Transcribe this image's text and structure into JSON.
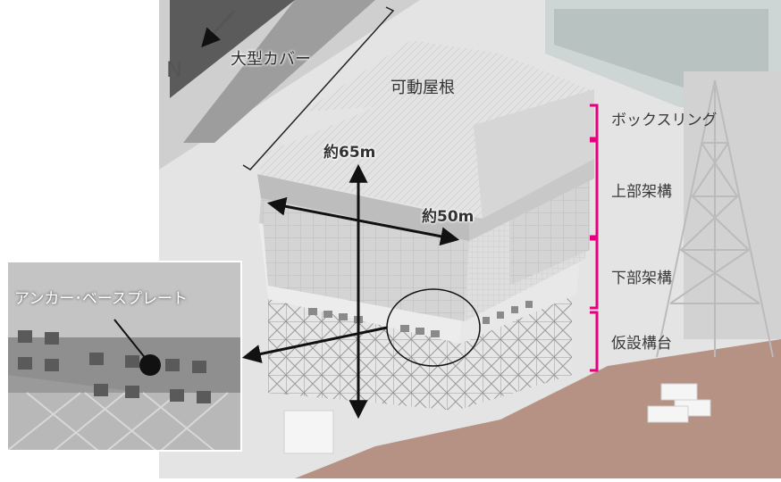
{
  "labels": {
    "north": "N",
    "large_cover": "大型カバー",
    "movable_roof": "可動屋根",
    "height_dim": "約65m",
    "width_dim": "約50m",
    "box_ring": "ボックスリング",
    "upper_frame": "上部架構",
    "lower_frame": "下部架構",
    "temp_platform": "仮設構台",
    "anchor_base_plate": "アンカー･ベースプレート"
  },
  "colors": {
    "bracket": "#e6007e",
    "ground": "#b59283",
    "arrow": "#111111"
  }
}
